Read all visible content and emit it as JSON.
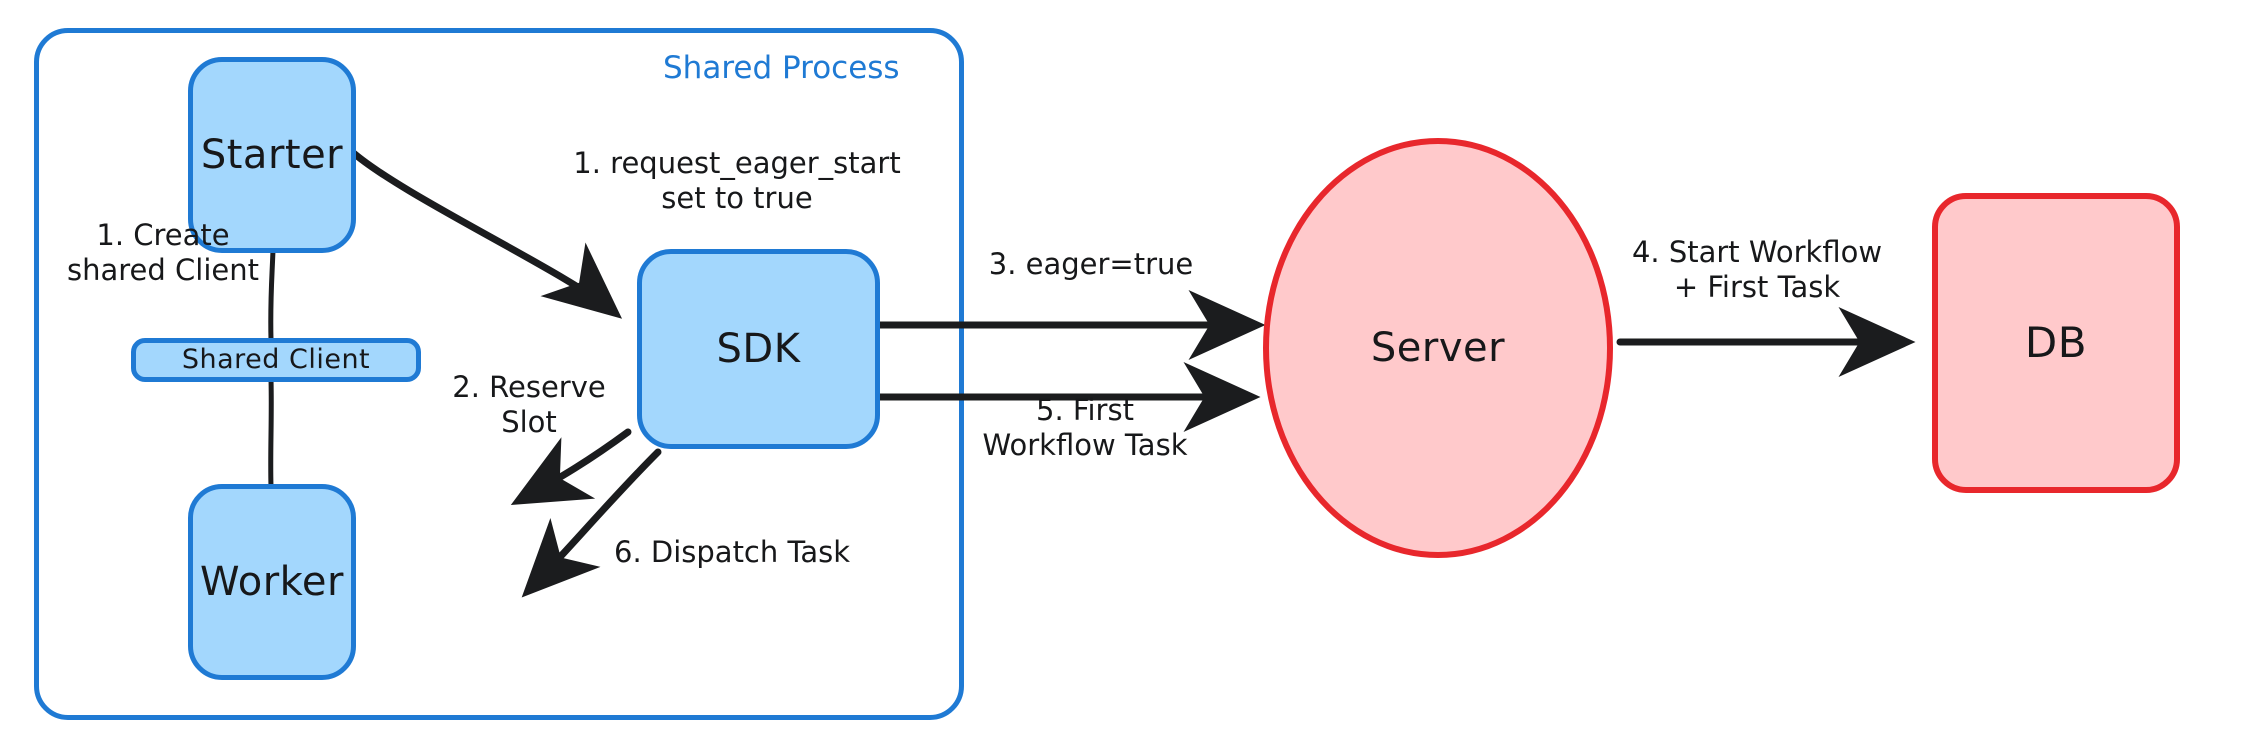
{
  "diagram": {
    "title_visible": false,
    "colors": {
      "blue_fill": "#a3d7fd",
      "blue_stroke": "#1f7ad4",
      "red_fill": "#ffc9cb",
      "red_stroke": "#e8272c",
      "text": "#17181a",
      "background": "#ffffff"
    },
    "group": {
      "label": "Shared Process"
    },
    "nodes": {
      "starter": {
        "label": "Starter"
      },
      "shared_client": {
        "label": "Shared Client"
      },
      "worker": {
        "label": "Worker"
      },
      "sdk": {
        "label": "SDK"
      },
      "server": {
        "label": "Server"
      },
      "db": {
        "label": "DB"
      }
    },
    "edges": [
      {
        "id": "create-shared-client",
        "label": "1. Create\nshared Client",
        "from": "starter",
        "to": "worker"
      },
      {
        "id": "request-eager-start",
        "label": "1. request_eager_start\nset to true",
        "from": "starter",
        "to": "sdk"
      },
      {
        "id": "reserve-slot",
        "label": "2. Reserve\nSlot",
        "from": "sdk",
        "to": "worker"
      },
      {
        "id": "eager-true",
        "label": "3. eager=true",
        "from": "sdk",
        "to": "server"
      },
      {
        "id": "start-workflow",
        "label": "4. Start Workflow\n+ First Task",
        "from": "server",
        "to": "db"
      },
      {
        "id": "first-workflow-task",
        "label": "5. First\nWorkflow Task",
        "from": "sdk",
        "to": "server"
      },
      {
        "id": "dispatch-task",
        "label": "6. Dispatch Task",
        "from": "sdk",
        "to": "worker"
      }
    ]
  }
}
